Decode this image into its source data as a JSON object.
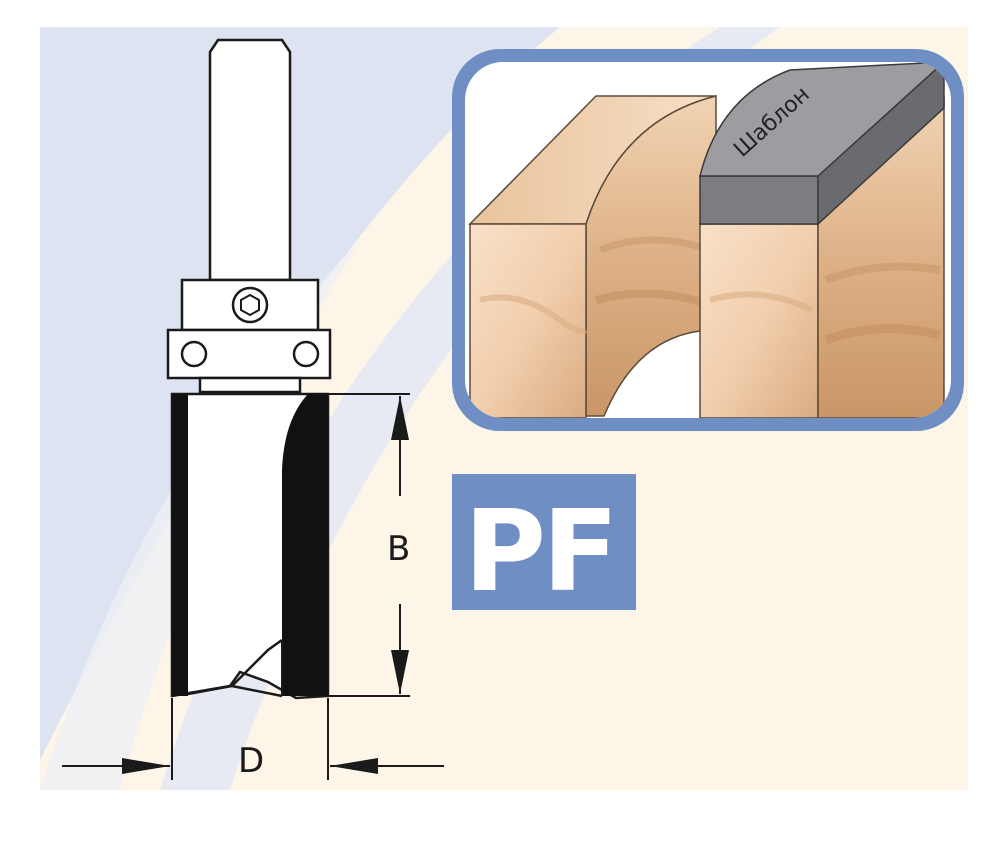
{
  "diagram": {
    "dimension_b": "B",
    "dimension_d": "D",
    "template_label": "Шаблон",
    "badge_text": "PF"
  },
  "colors": {
    "background_blue": "#dde3f0",
    "background_cream": "#fdf5e8",
    "inset_frame": "#6f8fc4",
    "badge_fill": "#6f8fc4",
    "template_gray": "#8d8e90",
    "wood_light": "#f6d8bc",
    "wood_dark": "#cfa074"
  },
  "icons": [
    "hex-socket-icon",
    "bearing-hole-icon"
  ]
}
